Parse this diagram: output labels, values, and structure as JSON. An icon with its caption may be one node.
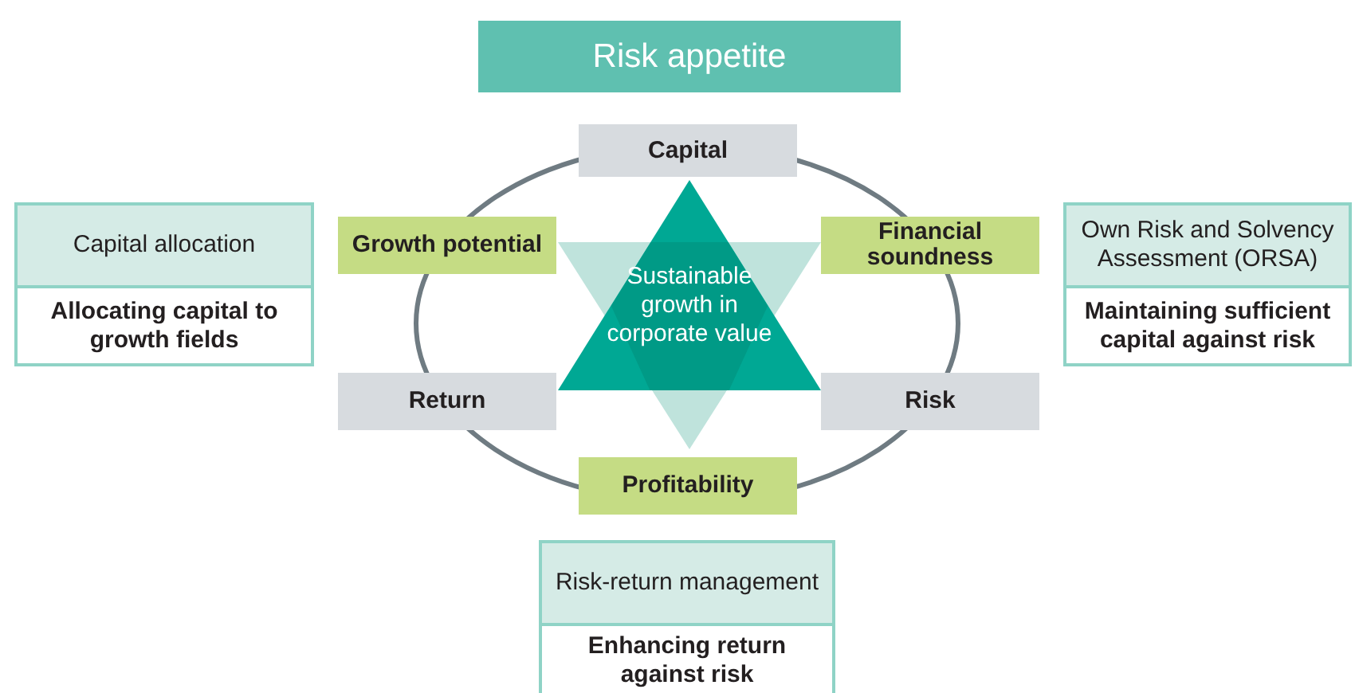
{
  "diagram": {
    "nodes": [
      {
        "text": [
          "Risk appetite"
        ]
      },
      {
        "text": [
          "Capital allocation",
          "Allocating capital to growth fields"
        ]
      },
      {
        "text": [
          "Own Risk and Solvency Assessment (ORSA)",
          "Maintaining sufficient capital against risk"
        ]
      },
      {
        "text": [
          "Capital"
        ]
      },
      {
        "text": [
          "Growth potential"
        ]
      },
      {
        "text": [
          "Financial soundness"
        ]
      },
      {
        "text": [
          "Return"
        ]
      },
      {
        "text": [
          "Risk"
        ]
      },
      {
        "text": [
          "Profitability"
        ]
      },
      {
        "text": [
          "Sustainable growth in corporate value"
        ]
      },
      {
        "text": [
          "Risk-return management",
          "Enhancing return against risk"
        ]
      }
    ]
  }
}
